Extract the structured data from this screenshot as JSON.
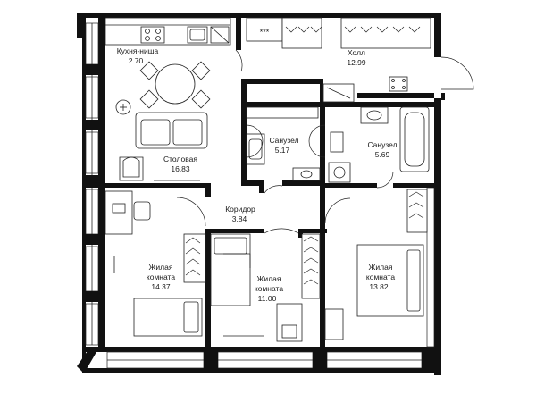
{
  "plan": {
    "rooms": [
      {
        "id": "kitchen",
        "name": "Кухня-ниша",
        "area": "2.70",
        "cx": 0,
        "lines": [
          "Кухня-ниша"
        ]
      },
      {
        "id": "hall",
        "name": "Холл",
        "area": "12.99",
        "lines": [
          "Холл"
        ]
      },
      {
        "id": "dining",
        "name": "Столовая",
        "area": "16.83",
        "lines": [
          "Столовая"
        ]
      },
      {
        "id": "bath1",
        "name": "Санузел",
        "area": "5.17",
        "lines": [
          "Санузел"
        ]
      },
      {
        "id": "bath2",
        "name": "Санузел",
        "area": "5.69",
        "lines": [
          "Санузел"
        ]
      },
      {
        "id": "corridor",
        "name": "Коридор",
        "area": "3.84",
        "lines": [
          "Коридор"
        ]
      },
      {
        "id": "bed1",
        "name": "Жилая комната",
        "area": "14.37",
        "lines": [
          "Жилая",
          "комната"
        ]
      },
      {
        "id": "bed2",
        "name": "Жилая комната",
        "area": "11.00",
        "lines": [
          "Жилая",
          "комната"
        ]
      },
      {
        "id": "bed3",
        "name": "Жилая комната",
        "area": "13.82",
        "lines": [
          "Жилая",
          "комната"
        ]
      }
    ],
    "colors": {
      "wall": "#111111",
      "line": "#222222",
      "background": "#ffffff"
    }
  }
}
